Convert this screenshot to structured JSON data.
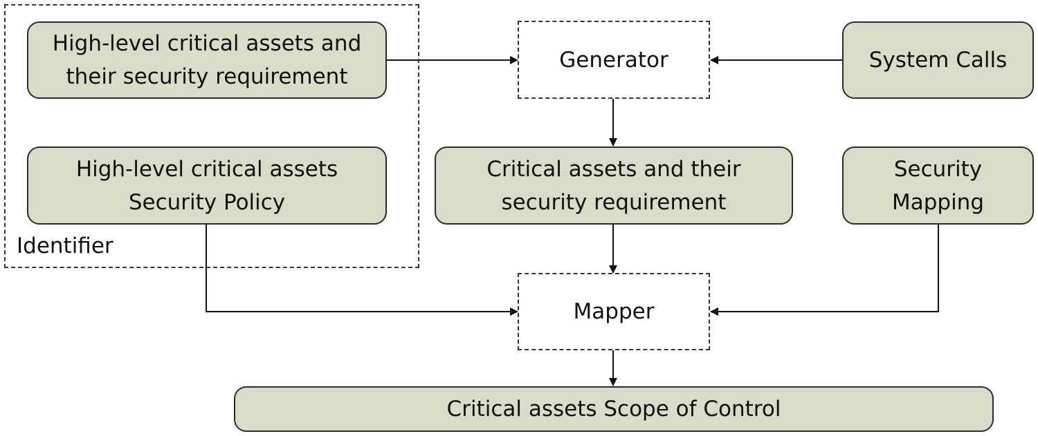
{
  "group": {
    "label": "Identifier"
  },
  "nodes": {
    "hl_requirement": {
      "line1": "High-level critical assets and",
      "line2": "their security requirement"
    },
    "hl_policy": {
      "line1": "High-level critical assets",
      "line2": "Security Policy"
    },
    "generator": {
      "label": "Generator"
    },
    "system_calls": {
      "label": "System Calls"
    },
    "critical_requirement": {
      "line1": "Critical assets and their",
      "line2": "security requirement"
    },
    "security_mapping": {
      "line1": "Security",
      "line2": "Mapping"
    },
    "mapper": {
      "label": "Mapper"
    },
    "scope_of_control": {
      "label": "Critical assets Scope of Control"
    }
  },
  "colors": {
    "node_fill": "#d8dcc8",
    "stroke": "#2b2b2b"
  }
}
